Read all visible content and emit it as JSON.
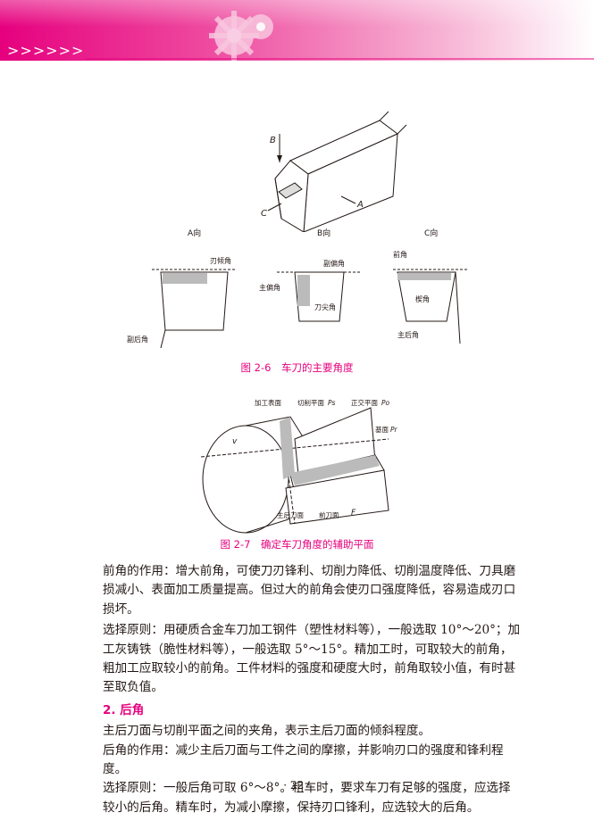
{
  "header": {
    "chevrons": ">>>>>>",
    "accent_color": "#e6007e"
  },
  "figure1": {
    "caption": "图 2-6　车刀的主要角度",
    "iso_labels": {
      "b": "B",
      "c": "C",
      "a": "A"
    },
    "views": [
      {
        "title": "A向",
        "labels": [
          "刃倾角",
          "副后角"
        ]
      },
      {
        "title": "B向",
        "labels": [
          "副偏角",
          "主偏角",
          "刀尖角"
        ]
      },
      {
        "title": "C向",
        "labels": [
          "前角",
          "楔角",
          "主后角"
        ]
      }
    ]
  },
  "figure2": {
    "caption": "图 2-7　确定车刀角度的辅助平面",
    "labels": {
      "surface": "加工表面",
      "cutting_plane": "切削平面",
      "cutting_plane_sub": "Ps",
      "orthogonal_plane": "正交平面",
      "orthogonal_plane_sub": "Po",
      "base_plane": "基面",
      "base_plane_sub": "Pr",
      "main_flank": "主后刀面",
      "rake_face": "前刀面",
      "feed": "F",
      "v": "v"
    }
  },
  "text": {
    "p1": "前角的作用：增大前角，可使刀刃锋利、切削力降低、切削温度降低、刀具磨损减小、表面加工质量提高。但过大的前角会使刃口强度降低，容易造成刃口损坏。",
    "p2": "选择原则：用硬质合金车刀加工钢件（塑性材料等），一般选取 10°～20°；加工灰铸铁（脆性材料等），一般选取 5°～15°。精加工时，可取较大的前角，粗加工应取较小的前角。工件材料的强度和硬度大时，前角取较小值，有时甚至取负值。",
    "section": "2. 后角",
    "p3": "主后刀面与切削平面之间的夹角，表示主后刀面的倾斜程度。",
    "p4": "后角的作用：减少主后刀面与工件之间的摩擦，并影响刃口的强度和锋利程度。",
    "p5": "选择原则：一般后角可取 6°～8°。粗车时，要求车刀有足够的强度，应选择较小的后角。精车时，为减小摩擦，保持刃口锋利，应选较大的后角。"
  },
  "page_number": "· 22 ·"
}
